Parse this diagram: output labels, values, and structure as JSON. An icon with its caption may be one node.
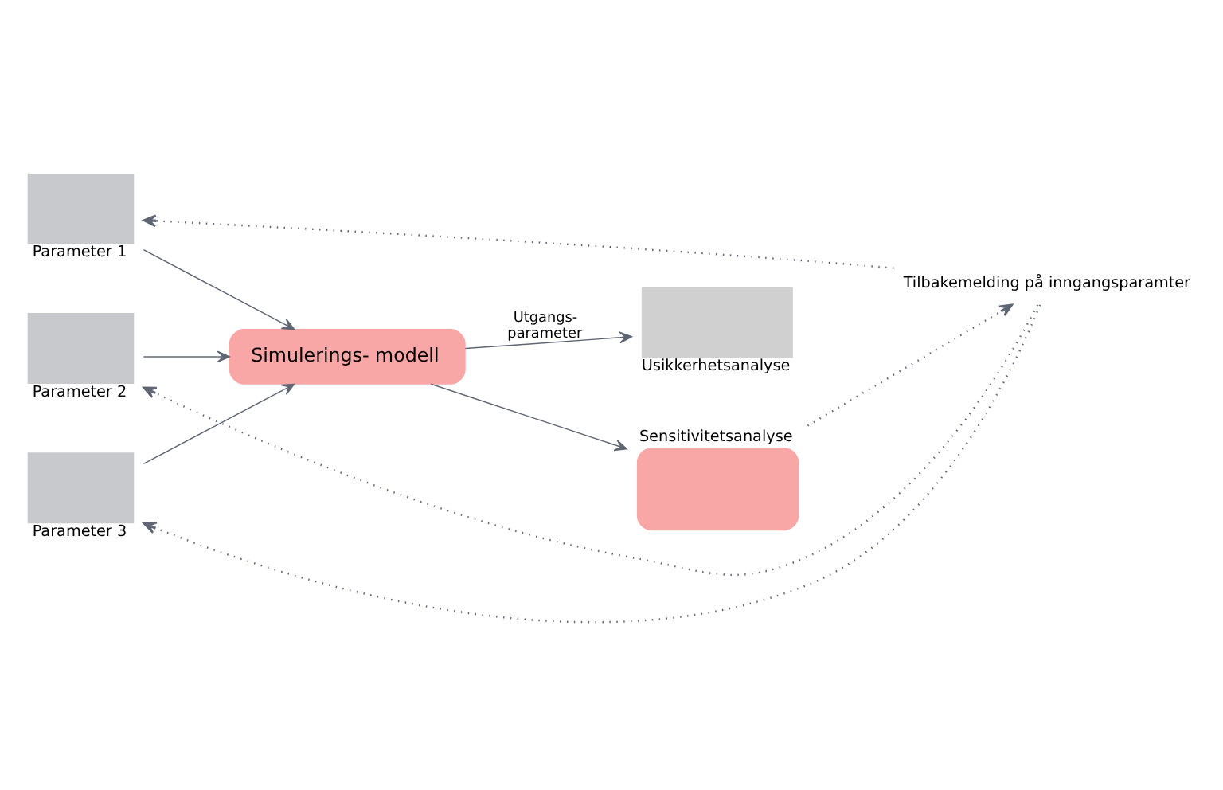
{
  "diagram": {
    "nodes": [
      {
        "text": [
          "Parameter 1"
        ]
      },
      {
        "text": [
          "Parameter 2"
        ]
      },
      {
        "text": [
          "Parameter 3"
        ]
      },
      {
        "text": [
          "Simulerings- modell"
        ]
      },
      {
        "text": [
          "Usikkerhetsanalyse"
        ]
      },
      {
        "text": [
          "Sensitivitetsanalyse"
        ]
      },
      {
        "text": [
          "Tilbakemelding på inngangsparamter"
        ]
      }
    ],
    "edges": [
      {
        "from": 0,
        "to": 3,
        "arrow": "to"
      },
      {
        "from": 1,
        "to": 3,
        "arrow": "to"
      },
      {
        "from": 2,
        "to": 3,
        "arrow": "to"
      },
      {
        "from": 3,
        "to": 4,
        "arrow": "to",
        "label": "Utgangs- parameter"
      },
      {
        "from": 3,
        "to": 5,
        "arrow": "to"
      },
      {
        "from": 5,
        "to": 6,
        "arrow": "to",
        "style": "dashed"
      },
      {
        "from": 6,
        "to": 0,
        "arrow": "to",
        "style": "dashed"
      },
      {
        "from": 6,
        "to": 1,
        "arrow": "to",
        "style": "dashed"
      },
      {
        "from": 6,
        "to": 2,
        "arrow": "to",
        "style": "dashed"
      }
    ]
  }
}
